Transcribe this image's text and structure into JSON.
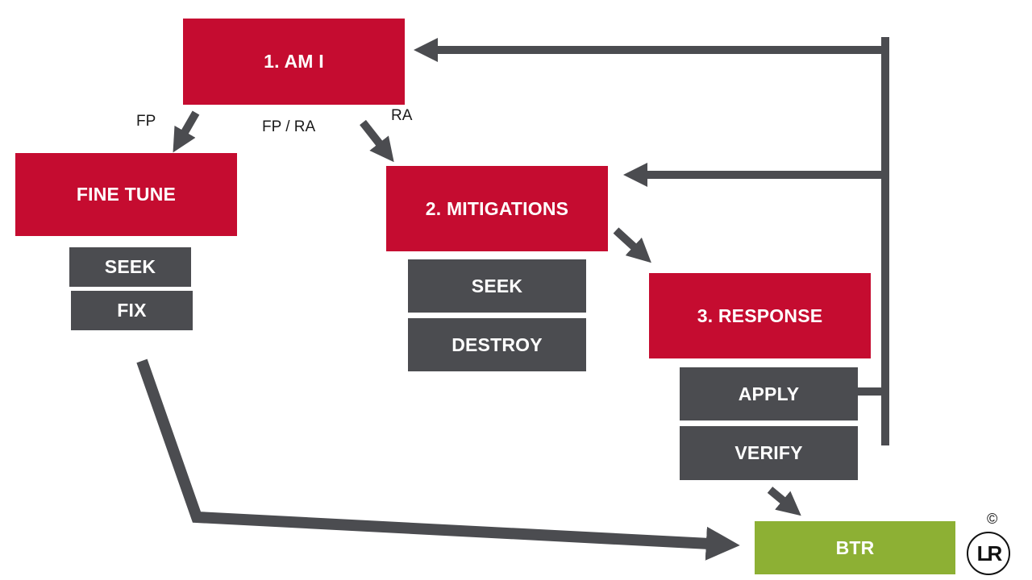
{
  "boxes": {
    "am_i": "1. AM I",
    "fine_tune": "FINE TUNE",
    "seek_1": "SEEK",
    "fix": "FIX",
    "mitigations": "2. MITIGATIONS",
    "seek_2": "SEEK",
    "destroy": "DESTROY",
    "response": "3. RESPONSE",
    "apply": "APPLY",
    "verify": "VERIFY",
    "btr": "BTR"
  },
  "edge_labels": {
    "fp": "FP",
    "fp_ra": "FP / RA",
    "ra": "RA"
  },
  "logo": {
    "text": "LR",
    "copyright": "©"
  },
  "colors": {
    "stage": "#c50c30",
    "step": "#4b4c50",
    "outcome": "#8db034",
    "connector": "#4b4c50"
  }
}
